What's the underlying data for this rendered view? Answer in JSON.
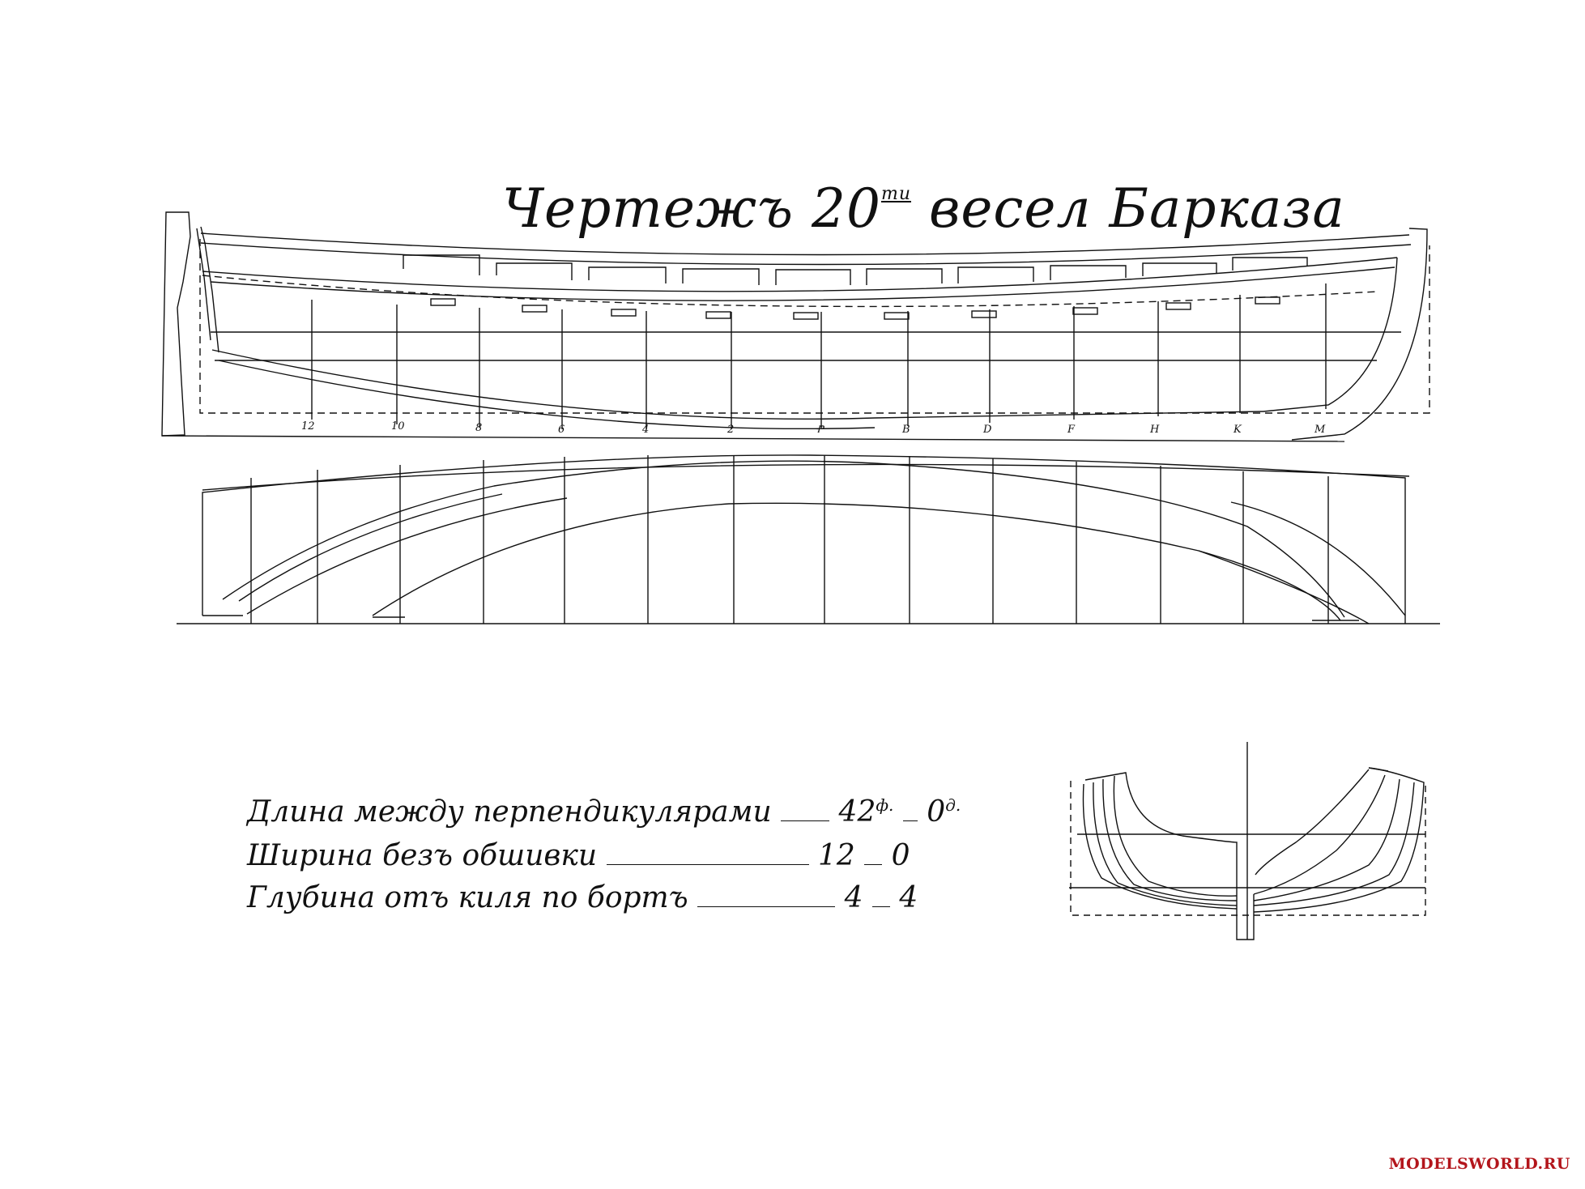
{
  "title": {
    "main": "Чертежъ 20",
    "sup": "ти",
    "rest": " весел Барказа"
  },
  "stations_profile": [
    "12",
    "10",
    "8",
    "6",
    "4",
    "2",
    "Ⱂ",
    "В",
    "D",
    "F",
    "H",
    "K",
    "M"
  ],
  "specs": [
    {
      "label": "Длина между перпендикулярами",
      "feet": "42",
      "f_mark": "ф.",
      "inches": "0",
      "i_mark": "д."
    },
    {
      "label": "Ширина безъ обшивки",
      "feet": "12",
      "inches": "0"
    },
    {
      "label": "Глубина отъ киля по бортъ",
      "feet": "4",
      "inches": "4"
    }
  ],
  "watermark": "MODELSWORLD.RU",
  "colors": {
    "ink": "#111111",
    "watermark": "#b3151b",
    "paper": "#ffffff"
  }
}
